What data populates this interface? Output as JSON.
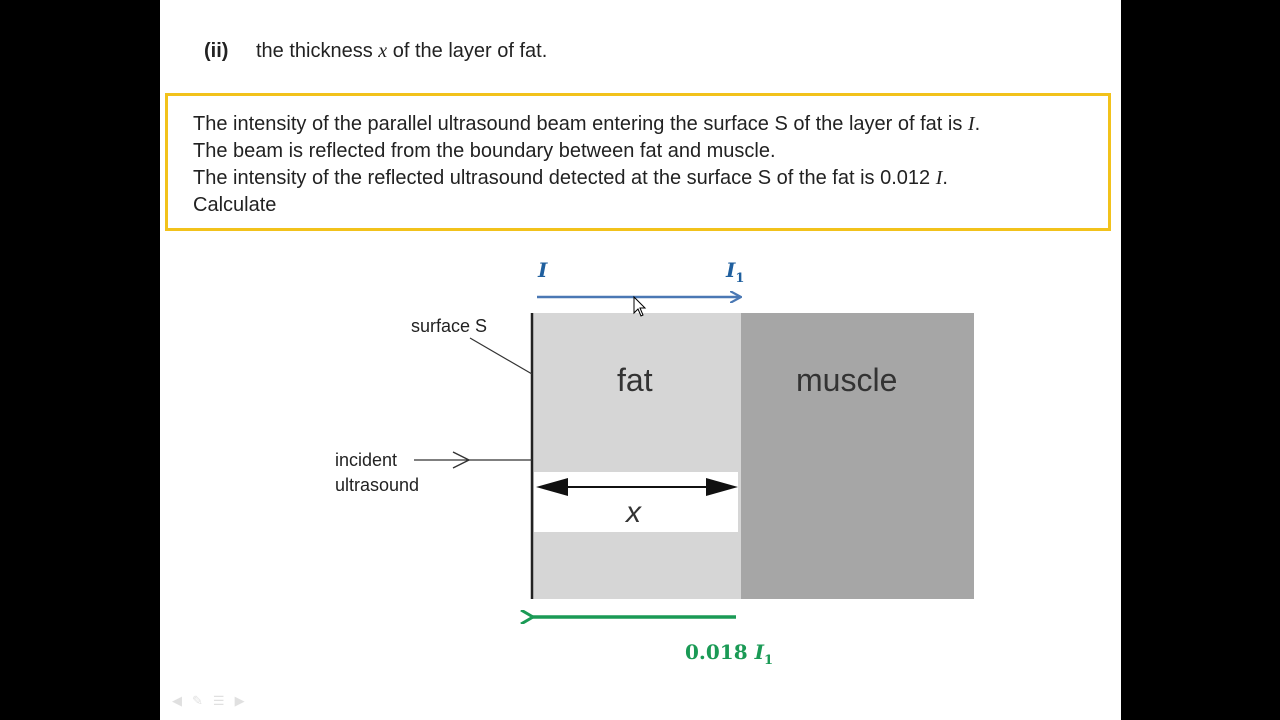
{
  "question": {
    "number": "(ii)",
    "text_before": "the thickness ",
    "variable": "x",
    "text_after": " of the layer of fat."
  },
  "box": {
    "line1_main": "The intensity of the parallel ultrasound beam entering the surface S of the layer of fat is ",
    "line1_var": "I",
    "line1_end": ".",
    "line2": "The beam is reflected from the boundary between fat and muscle.",
    "line3_main": "The intensity of the reflected ultrasound detected at the surface S of the fat is 0.012 ",
    "line3_var": "I",
    "line3_end": ".",
    "line4": "Calculate"
  },
  "diagram": {
    "incoming_intensity": "I",
    "transmitted_intensity": "I",
    "transmitted_subscript": "1",
    "surface_label": "surface S",
    "incident_label_1": "incident",
    "incident_label_2": "ultrasound",
    "fat_label": "fat",
    "muscle_label": "muscle",
    "thickness_label": "x",
    "reflected_coefficient": "0.018 ",
    "reflected_var": "I",
    "reflected_subscript": "1",
    "colors": {
      "blue_arrow": "#4a78b4",
      "blue_text": "#1f5f9e",
      "green": "#1a9a55",
      "fat": "#d6d6d6",
      "muscle": "#a6a6a6",
      "box_border": "#f2c21b"
    }
  },
  "player_controls": [
    "back-icon",
    "pen-icon",
    "menu-icon",
    "forward-icon"
  ]
}
